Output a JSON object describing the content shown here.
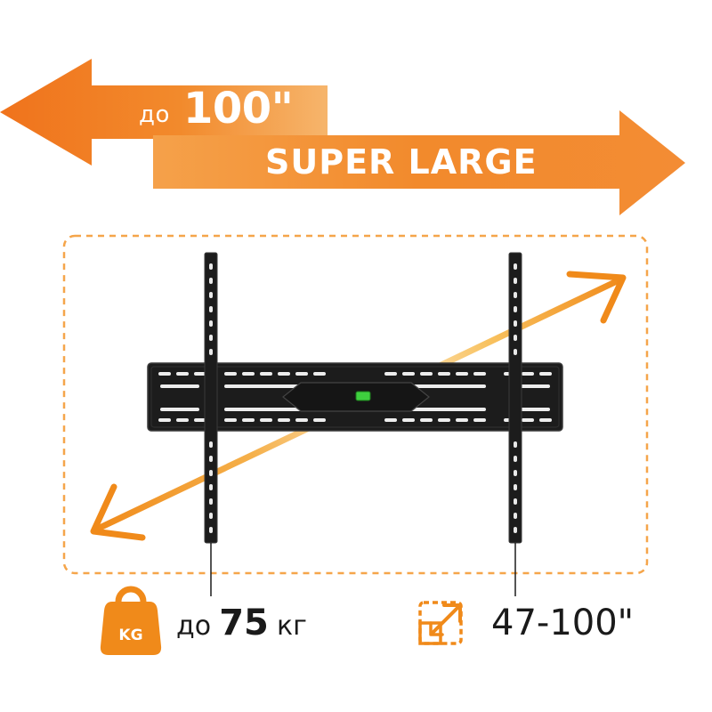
{
  "banner": {
    "prefix": "до",
    "value": "100\"",
    "tag": "SUPER LARGE"
  },
  "specs": {
    "weight": {
      "icon": "weight-kg-icon",
      "badge": "KG",
      "prefix": "до",
      "value": "75",
      "unit": "кг"
    },
    "size": {
      "icon": "diagonal-resize-icon",
      "value": "47-100\""
    }
  },
  "colors": {
    "accent": "#f07a1e",
    "accent_light": "#f5b45a",
    "mount": "#1c1c1c",
    "level_bubble": "#3ecf3e"
  }
}
